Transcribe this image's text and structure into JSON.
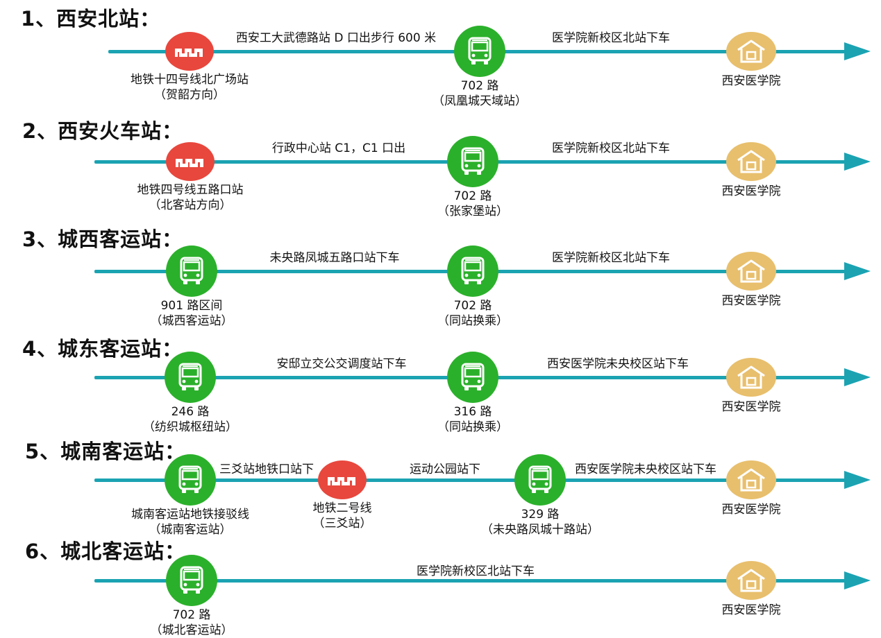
{
  "routes": [
    {
      "title": "1、西安北站：",
      "legs": [
        "西安工大武德路站 D 口出步行 600 米",
        "医学院新校区北站下车"
      ],
      "nodes": [
        {
          "kind": "metro",
          "icon": "metro-icon",
          "label": "地铁十四号线北广场站",
          "sub": "（贺韶方向）"
        },
        {
          "kind": "bus",
          "icon": "bus-icon",
          "label": "702 路",
          "sub": "（凤凰城天域站）"
        },
        {
          "kind": "dest",
          "icon": "house-icon",
          "label": "西安医学院",
          "sub": ""
        }
      ]
    },
    {
      "title": "2、西安火车站：",
      "legs": [
        "行政中心站 C1，C1 口出",
        "医学院新校区北站下车"
      ],
      "nodes": [
        {
          "kind": "metro",
          "icon": "metro-icon",
          "label": "地铁四号线五路口站",
          "sub": "（北客站方向）"
        },
        {
          "kind": "bus",
          "icon": "bus-icon",
          "label": "702 路",
          "sub": "（张家堡站）"
        },
        {
          "kind": "dest",
          "icon": "house-icon",
          "label": "西安医学院",
          "sub": ""
        }
      ]
    },
    {
      "title": "3、城西客运站：",
      "legs": [
        "未央路凤城五路口站下车",
        "医学院新校区北站下车"
      ],
      "nodes": [
        {
          "kind": "bus",
          "icon": "bus-icon",
          "label": "901 路区间",
          "sub": "（城西客运站）"
        },
        {
          "kind": "bus",
          "icon": "bus-icon",
          "label": "702 路",
          "sub": "（同站换乘）"
        },
        {
          "kind": "dest",
          "icon": "house-icon",
          "label": "西安医学院",
          "sub": ""
        }
      ]
    },
    {
      "title": "4、城东客运站：",
      "legs": [
        "安邸立交公交调度站下车",
        "西安医学院未央校区站下车"
      ],
      "nodes": [
        {
          "kind": "bus",
          "icon": "bus-icon",
          "label": "246 路",
          "sub": "（纺织城枢纽站）"
        },
        {
          "kind": "bus",
          "icon": "bus-icon",
          "label": "316 路",
          "sub": "（同站换乘）"
        },
        {
          "kind": "dest",
          "icon": "house-icon",
          "label": "西安医学院",
          "sub": ""
        }
      ]
    },
    {
      "title": "5、城南客运站：",
      "legs": [
        "三爻站地铁口站下",
        "运动公园站下",
        "西安医学院未央校区站下车"
      ],
      "nodes": [
        {
          "kind": "bus",
          "icon": "bus-icon",
          "label": "城南客运站地铁接驳线",
          "sub": "（城南客运站）"
        },
        {
          "kind": "metro",
          "icon": "metro-icon",
          "label": "地铁二号线",
          "sub": "（三爻站）"
        },
        {
          "kind": "bus",
          "icon": "bus-icon",
          "label": "329 路",
          "sub": "（未央路凤城十路站）"
        },
        {
          "kind": "dest",
          "icon": "house-icon",
          "label": "西安医学院",
          "sub": ""
        }
      ]
    },
    {
      "title": "6、城北客运站：",
      "legs": [
        "医学院新校区北站下车"
      ],
      "nodes": [
        {
          "kind": "bus",
          "icon": "bus-icon",
          "label": "702 路",
          "sub": "（城北客运站）"
        },
        {
          "kind": "dest",
          "icon": "house-icon",
          "label": "西安医学院",
          "sub": ""
        }
      ]
    }
  ],
  "colors": {
    "line": "#1ba3b2",
    "metro": "#e8473d",
    "bus": "#2bb02b",
    "destination": "#e8bf6d"
  }
}
